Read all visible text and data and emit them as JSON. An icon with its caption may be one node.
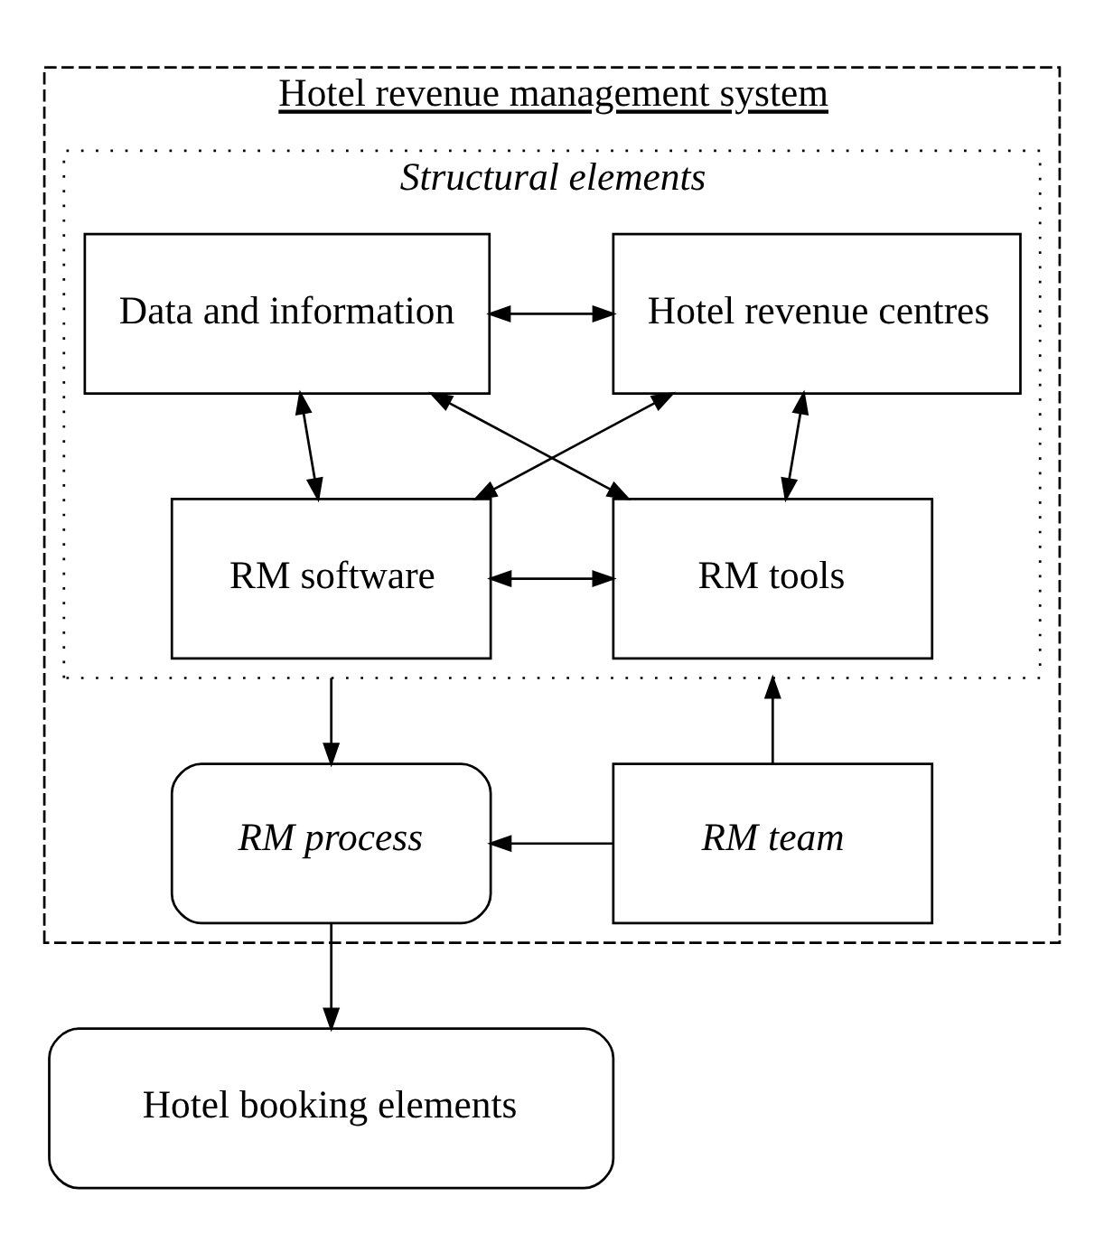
{
  "diagram": {
    "nodes": [
      {
        "text": [
          "Hotel revenue management system"
        ]
      },
      {
        "text": [
          "Structural elements"
        ],
        "in": 0
      },
      {
        "text": [
          "Data and information"
        ],
        "in": 1
      },
      {
        "text": [
          "Hotel revenue centres"
        ],
        "in": 1
      },
      {
        "text": [
          "RM software"
        ],
        "in": 1
      },
      {
        "text": [
          "RM tools"
        ],
        "in": 1
      },
      {
        "text": [
          "RM process"
        ],
        "in": 0
      },
      {
        "text": [
          "RM team"
        ],
        "in": 0
      },
      {
        "text": [
          "Hotel booking elements"
        ]
      }
    ],
    "edges": [
      {
        "from": 2,
        "to": 3,
        "arrow": "both"
      },
      {
        "from": 2,
        "to": 4,
        "arrow": "both"
      },
      {
        "from": 3,
        "to": 5,
        "arrow": "both"
      },
      {
        "from": 4,
        "to": 5,
        "arrow": "both"
      },
      {
        "from": 2,
        "to": 5,
        "arrow": "both"
      },
      {
        "from": 3,
        "to": 4,
        "arrow": "both"
      },
      {
        "from": 1,
        "to": 6,
        "arrow": "to"
      },
      {
        "from": 7,
        "to": 1,
        "arrow": "to"
      },
      {
        "from": 7,
        "to": 6,
        "arrow": "to"
      },
      {
        "from": 6,
        "to": 8,
        "arrow": "to"
      }
    ]
  }
}
